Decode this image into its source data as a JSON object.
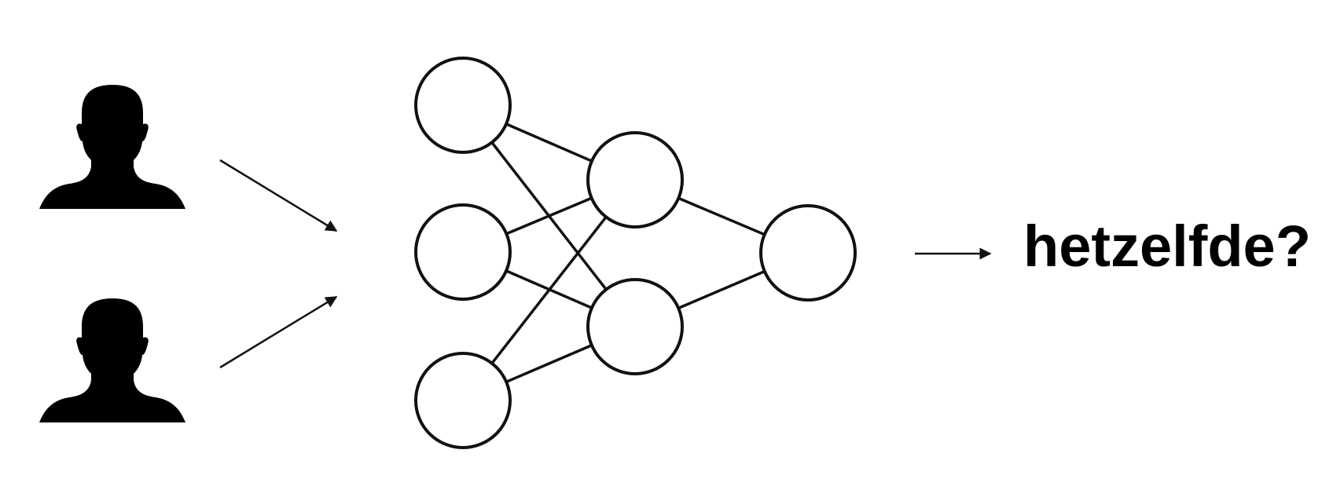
{
  "question": "hetzelfde?",
  "colors": {
    "ink": "#000000",
    "background": "#ffffff"
  },
  "inputs": [
    {
      "icon": "person-silhouette-icon"
    },
    {
      "icon": "person-silhouette-icon"
    }
  ],
  "network": {
    "layers": [
      3,
      2,
      1
    ],
    "edges": [
      [
        "l0n0",
        "l1n0"
      ],
      [
        "l0n0",
        "l1n1"
      ],
      [
        "l0n1",
        "l1n0"
      ],
      [
        "l0n1",
        "l1n1"
      ],
      [
        "l0n2",
        "l1n0"
      ],
      [
        "l0n2",
        "l1n1"
      ],
      [
        "l1n0",
        "l2n0"
      ],
      [
        "l1n1",
        "l2n0"
      ]
    ]
  }
}
